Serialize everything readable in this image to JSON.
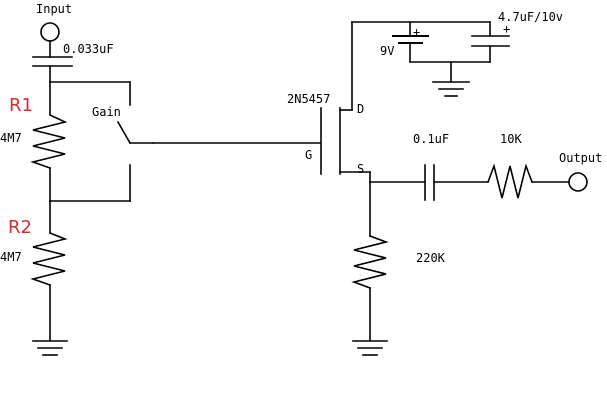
{
  "schematic": {
    "colors": {
      "wire": "#000000",
      "accent": "#d32f2f",
      "background": "#ffffff"
    },
    "labels": {
      "input": "Input",
      "c_input": "0.033uF",
      "r1_name": "R1",
      "r1_value": "4M7",
      "r2_name": "R2",
      "r2_value": "4M7",
      "gain": "Gain",
      "transistor": "2N5457",
      "drain": "D",
      "gate": "G",
      "source": "S",
      "battery": "9V",
      "c_supply": "4.7uF/10v",
      "plus1": "+",
      "plus2": "+",
      "c_out": "0.1uF",
      "r_out": "10K",
      "r_source": "220K",
      "output": "Output"
    }
  }
}
